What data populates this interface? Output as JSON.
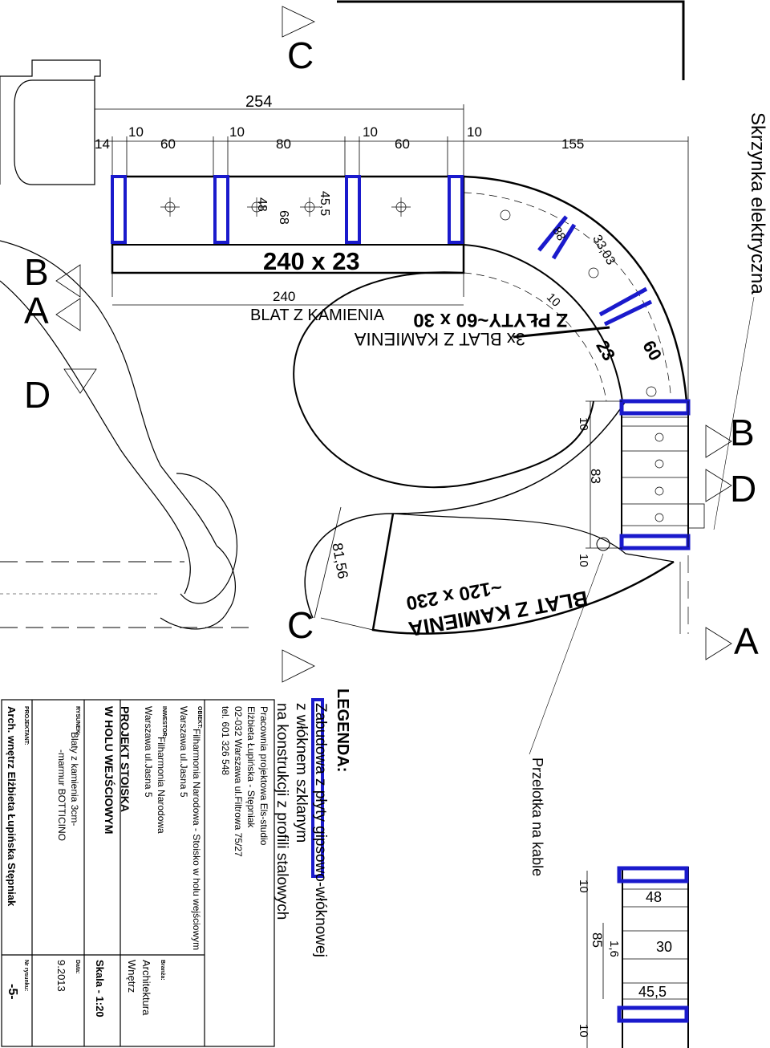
{
  "dimensions": {
    "d254": "254",
    "d14": "14",
    "d10a": "10",
    "d60a": "60",
    "d10b": "10",
    "d80": "80",
    "d10c": "10",
    "d60b": "60",
    "d10d": "10",
    "d155": "155",
    "d240": "240",
    "d48": "48",
    "d68": "68",
    "d45_5": "45,5",
    "d88": "88",
    "d33_03": "33,03",
    "d10e": "10",
    "d10f": "10",
    "d83": "83",
    "d10g": "10",
    "d81_56": "81,56",
    "d10h": "10",
    "d48b": "48",
    "d1_6": "1,6",
    "d85": "85",
    "d30": "30",
    "d45_5b": "45,5",
    "d10i": "10"
  },
  "callouts": {
    "top_counter_size": "240  x  23",
    "top_counter_label": "BLAT  Z  KAMIENIA",
    "curved_line1": "3x  BLAT  Z  KAMIENIA",
    "curved_line2": "Z  PŁYTY~60  x  30",
    "curved_size_a": "23",
    "curved_size_b": "60",
    "bottom_line1": "BLAT  Z  KAMIENIA",
    "bottom_line2": "~120  x  230",
    "electric_box": "Skrzynka  elektryczna",
    "cable_grommet": "Przelotka na kable"
  },
  "section_marks": {
    "c_top": "C",
    "b_left": "B",
    "a_left": "A",
    "d_left": "D",
    "b_right": "B",
    "d_right": "D",
    "c_bottom": "C",
    "a_right": "A"
  },
  "legend": {
    "title": "LEGENDA:",
    "line1": "Zabudowa z płyty gipsowo-włóknowej",
    "line2": "z włóknem szklanym",
    "line3": "na konstrukcji z profili stalowych"
  },
  "titleblock": {
    "office1": "Pracownia projektowa Els-studio",
    "office2": "Elżbieta Łupińska - Stępniak",
    "office3": "02-032 Warszawa ul.Filtrowa 75/27",
    "office4": "tel. 601 326 548",
    "object_label": "OBIEKT:",
    "object1": "Filharmonia Narodowa - Stoisko w holu wejściowym",
    "object2": "Warszawa ul.Jasna 5",
    "investor_label": "INWESTOR:",
    "investor1": "Filharmonia Narodowa",
    "investor2": "Warszawa ul.Jasna 5",
    "project1": "PROJEKT STOISKA",
    "project2": "W HOLU WEJŚCIOWYM",
    "drawing_label": "RYSUNEK:",
    "drawing1": "Blaty z kamienia 3cm-",
    "drawing2": "-marmur BOTTICINO",
    "designer_label": "PROJEKTANT:",
    "designer": "Arch. wnętrz Elżbieta Łupińska Stępniak",
    "branch_label": "Branża:",
    "branch1": "Architektura",
    "branch2": "Wnętrz",
    "scale": "Skala - 1:20",
    "date_label": "Data:",
    "date": "9.2013",
    "sheet_label": "Nr rysunku:",
    "sheet": "-5-"
  },
  "colors": {
    "partition_blue": "#1a1acc",
    "line": "#000000"
  }
}
